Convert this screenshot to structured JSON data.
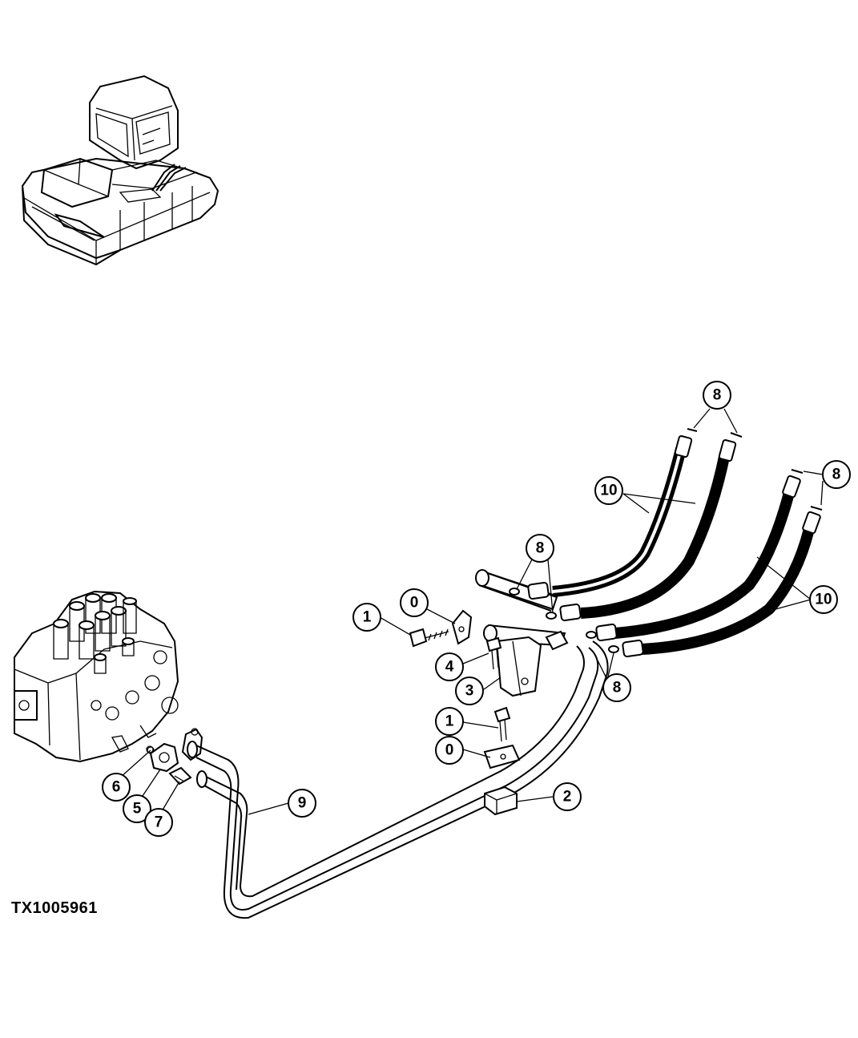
{
  "figure_id": "TX1005961",
  "callouts": [
    {
      "label": "8"
    },
    {
      "label": "8"
    },
    {
      "label": "8"
    },
    {
      "label": "8"
    },
    {
      "label": "10"
    },
    {
      "label": "10"
    },
    {
      "label": "1"
    },
    {
      "label": "0"
    },
    {
      "label": "4"
    },
    {
      "label": "3"
    },
    {
      "label": "1"
    },
    {
      "label": "0"
    },
    {
      "label": "2"
    },
    {
      "label": "9"
    },
    {
      "label": "6"
    },
    {
      "label": "5"
    },
    {
      "label": "7"
    }
  ]
}
